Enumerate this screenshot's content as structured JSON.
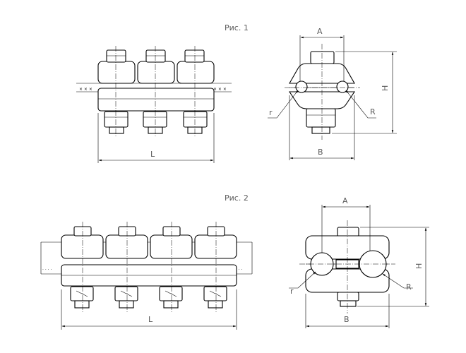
{
  "figures": [
    {
      "caption": "Рис. 1",
      "side_view": {
        "dimension_label": "L"
      },
      "end_view": {
        "dimensions": {
          "a": "A",
          "b": "B",
          "h": "H",
          "r_small": "r",
          "r_large": "R"
        }
      }
    },
    {
      "caption": "Рис. 2",
      "side_view": {
        "dimension_label": "L"
      },
      "end_view": {
        "dimensions": {
          "a": "A",
          "b": "B",
          "h": "H",
          "r_small": "r",
          "r_large": "R"
        }
      }
    }
  ]
}
